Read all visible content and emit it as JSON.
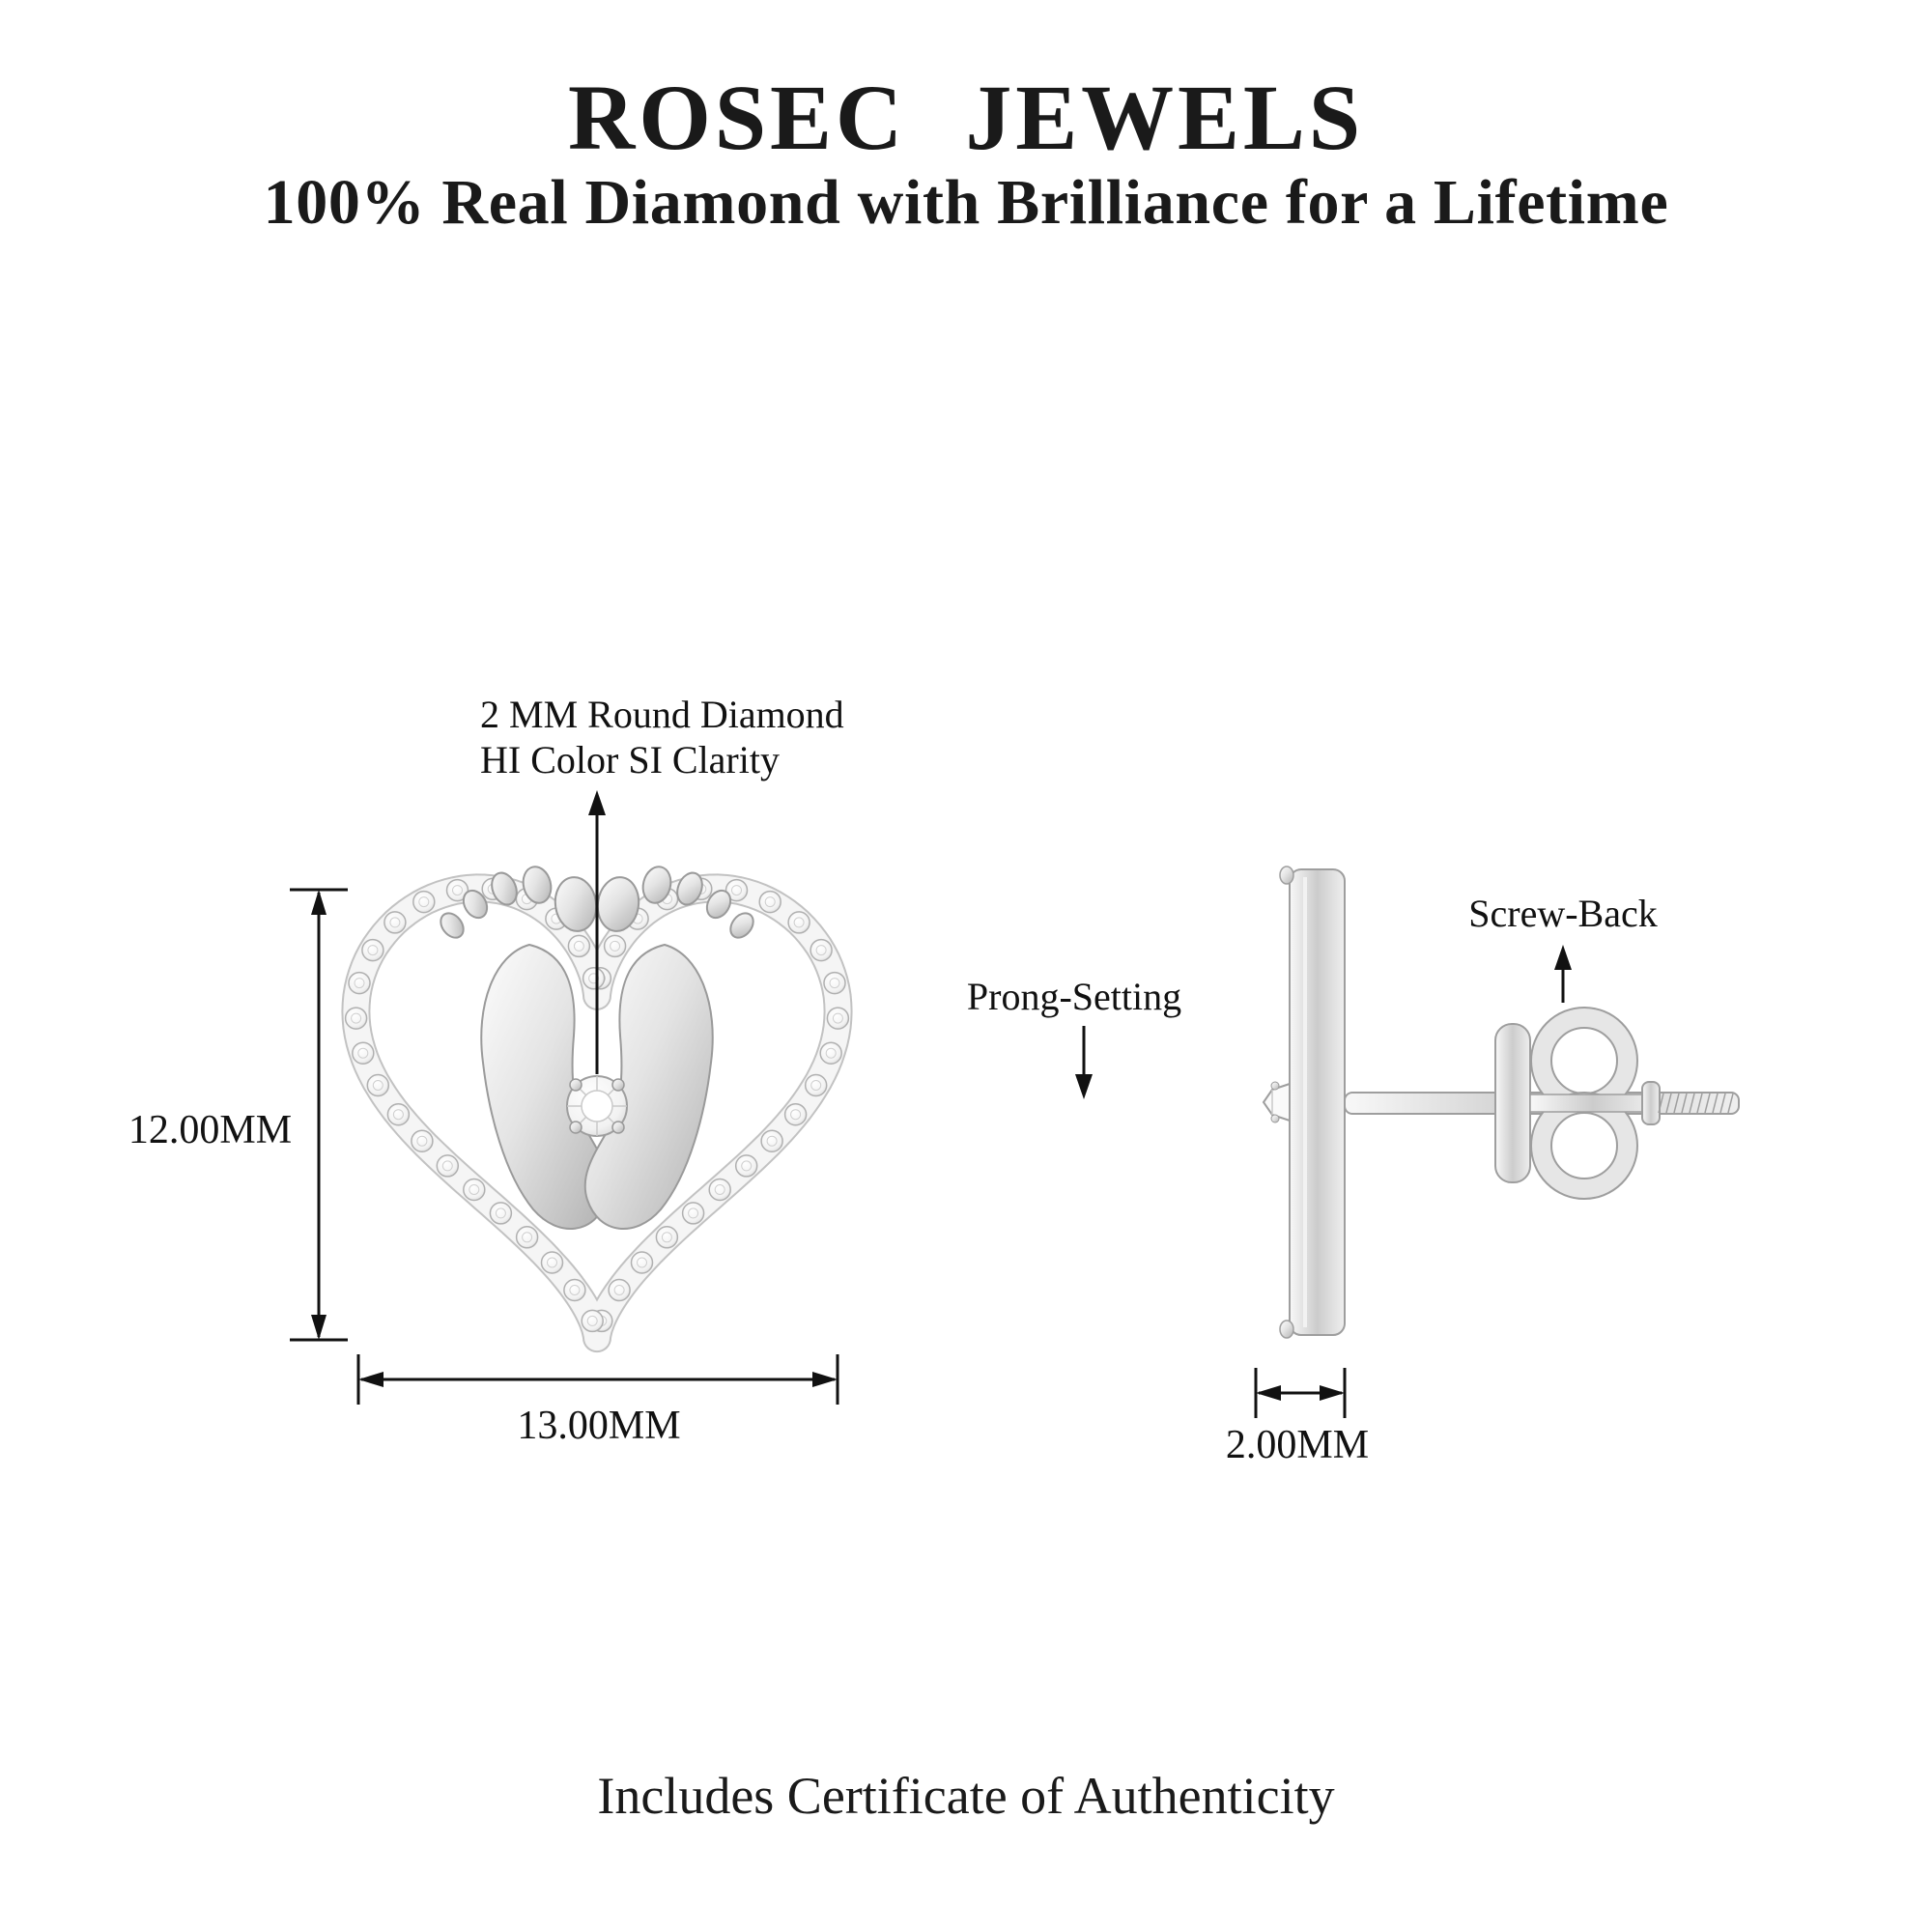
{
  "header": {
    "brand": "ROSEC JEWELS",
    "tagline": "100% Real Diamond with Brilliance for a Lifetime"
  },
  "front_view": {
    "stone_annotation_line1": "2 MM Round Diamond",
    "stone_annotation_line2": "HI Color SI Clarity",
    "height_label": "12.00MM",
    "width_label": "13.00MM"
  },
  "side_view": {
    "prong_setting_label": "Prong-Setting",
    "screw_back_label": "Screw-Back",
    "thickness_label": "2.00MM"
  },
  "footer": {
    "certificate_note": "Includes Certificate of Authenticity"
  },
  "colors": {
    "text": "#1a1a1a",
    "metal_light": "#f7f7f7",
    "metal_mid": "#d6d6d6",
    "metal_dark": "#9e9e9e",
    "background": "#ffffff"
  }
}
